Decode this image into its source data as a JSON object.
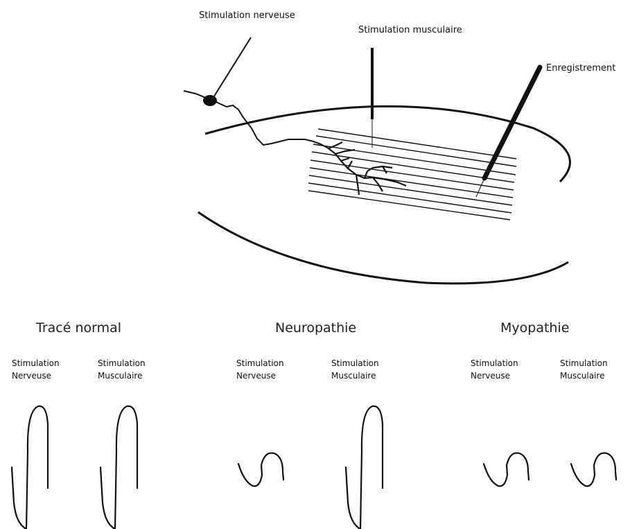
{
  "labels": {
    "nerve_stimulation": "Stimulation nerveuse",
    "muscle_stimulation": "Stimulation musculaire",
    "recording": "Enregistrement"
  },
  "panels": [
    {
      "title": "Tracé normal",
      "columns": [
        {
          "line1": "Stimulation",
          "line2": "Nerveuse",
          "trace": "large"
        },
        {
          "line1": "Stimulation",
          "line2": "Musculaire",
          "trace": "large"
        }
      ]
    },
    {
      "title": "Neuropathie",
      "columns": [
        {
          "line1": "Stimulation",
          "line2": "Nerveuse",
          "trace": "small"
        },
        {
          "line1": "Stimulation",
          "line2": "Musculaire",
          "trace": "large"
        }
      ]
    },
    {
      "title": "Myopathie",
      "columns": [
        {
          "line1": "Stimulation",
          "line2": "Nerveuse",
          "trace": "small"
        },
        {
          "line1": "Stimulation",
          "line2": "Musculaire",
          "trace": "small"
        }
      ]
    }
  ],
  "colors": {
    "ink": "#111111"
  }
}
